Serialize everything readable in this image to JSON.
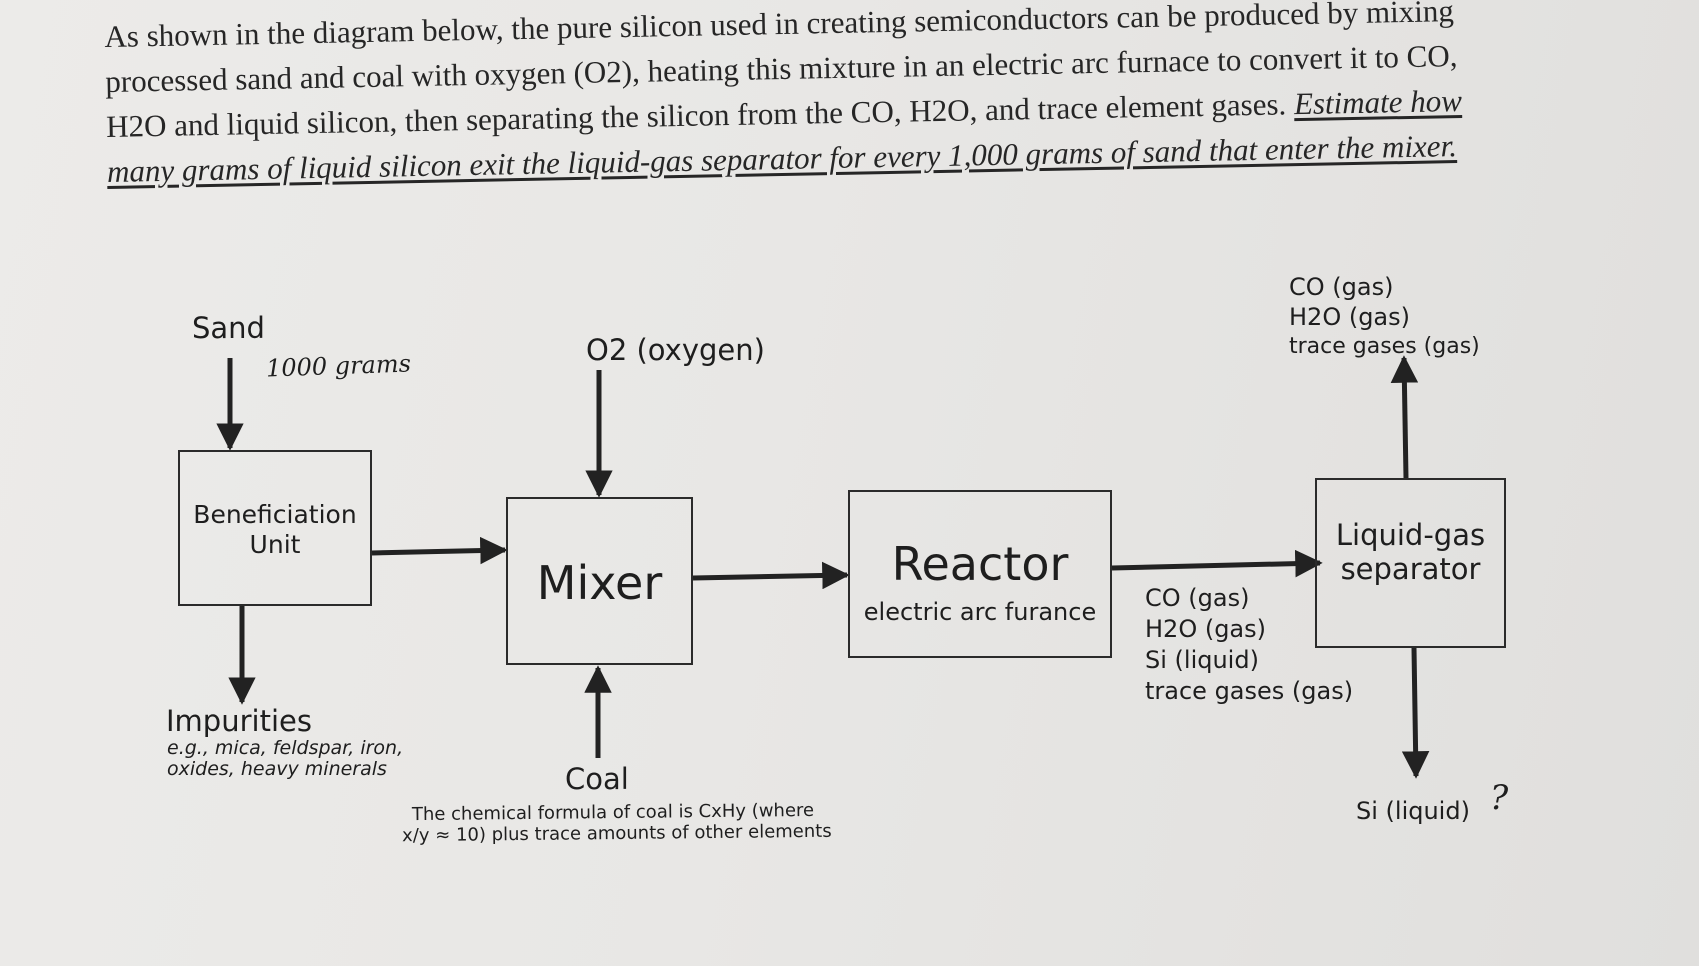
{
  "prompt": {
    "text": "As shown in the diagram below, the pure silicon used in creating semiconductors can be produced by mixing processed sand and coal with oxygen (O2), heating this mixture in an electric arc furnace to convert it to CO, H2O and liquid silicon, then separating the silicon from the CO, H2O, and trace element gases. ",
    "question": "Estimate how many grams of liquid silicon exit the liquid-gas separator for every 1,000 grams of sand that enter the mixer."
  },
  "diagram": {
    "sand": {
      "label": "Sand",
      "amount": "1000 grams"
    },
    "beneficiation": {
      "line1": "Beneficiation",
      "line2": "Unit"
    },
    "impurities": {
      "label": "Impurities",
      "note1": "e.g., mica, feldspar, iron,",
      "note2": "oxides, heavy minerals"
    },
    "oxygen": {
      "label": "O2 (oxygen)"
    },
    "mixer": {
      "label": "Mixer"
    },
    "coal": {
      "label": "Coal",
      "note1": "The chemical formula of coal is CxHy (where",
      "note2": "x/y ≈ 10)  plus trace amounts of other elements"
    },
    "reactor": {
      "label": "Reactor",
      "sub": "electric arc furance"
    },
    "reactor_out": [
      "CO (gas)",
      "H2O (gas)",
      "Si (liquid)",
      "trace gases (gas)"
    ],
    "separator": {
      "line1": "Liquid-gas",
      "line2": "separator"
    },
    "gas_out": [
      "CO (gas)",
      "H2O (gas)",
      "trace gases (gas)"
    ],
    "liquid_out": {
      "label": "Si (liquid)",
      "mark": "?"
    }
  },
  "colors": {
    "ink": "#1e1e1e",
    "line": "#2b2b2b",
    "paper": "#e8e7e5"
  }
}
